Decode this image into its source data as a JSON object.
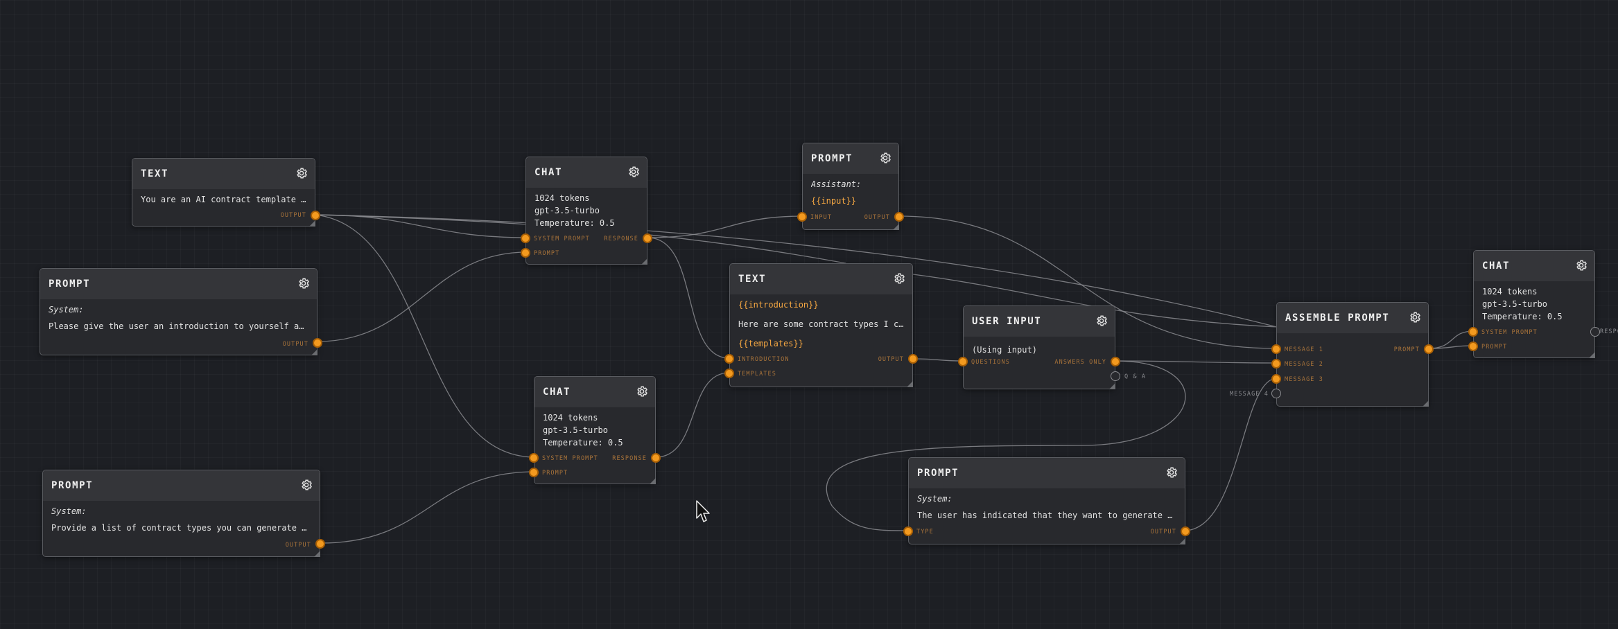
{
  "colors": {
    "background": "#1d1f24",
    "node": "#28292d",
    "header": "#343539",
    "port_active": "#f39a1f",
    "wire": "#8a8b8f",
    "label": "#a8733a"
  },
  "icons": {
    "node_settings": "gear-icon",
    "cursor": "mouse-pointer-icon"
  },
  "nodes": {
    "text_system": {
      "title": "TEXT",
      "lines": [
        "You are an AI contract template generator that can generate a variety of contract templates."
      ],
      "ports": {
        "output": "OUTPUT"
      }
    },
    "prompt_intro": {
      "title": "PROMPT",
      "role": "System:",
      "lines": [
        "Please give the user an introduction to yourself and ask them what they would like to generate."
      ],
      "ports": {
        "output": "OUTPUT"
      }
    },
    "prompt_list": {
      "title": "PROMPT",
      "role": "System:",
      "lines": [
        "Provide a list of contract types you can generate templates for."
      ],
      "ports": {
        "output": "OUTPUT"
      }
    },
    "chat_top": {
      "title": "CHAT",
      "lines": [
        "1024 tokens",
        "gpt-3.5-turbo",
        "Temperature: 0.5"
      ],
      "ports": {
        "system_prompt": "SYSTEM PROMPT",
        "prompt": "PROMPT",
        "response": "RESPONSE"
      }
    },
    "chat_mid": {
      "title": "CHAT",
      "lines": [
        "1024 tokens",
        "gpt-3.5-turbo",
        "Temperature: 0.5"
      ],
      "ports": {
        "system_prompt": "SYSTEM PROMPT",
        "prompt": "PROMPT",
        "response": "RESPONSE"
      }
    },
    "prompt_assistant": {
      "title": "PROMPT",
      "role": "Assistant:",
      "template": "{{input}}",
      "ports": {
        "input": "INPUT",
        "output": "OUTPUT"
      }
    },
    "text_template": {
      "title": "TEXT",
      "template1": "{{introduction}}",
      "line": "Here are some contract types I can generate templates for:",
      "template2": "{{templates}}",
      "ports": {
        "introduction": "INTRODUCTION",
        "templates": "TEMPLATES",
        "output": "OUTPUT"
      }
    },
    "user_input": {
      "title": "USER INPUT",
      "lines": [
        "(Using input)"
      ],
      "ports": {
        "questions": "QUESTIONS",
        "answers_only": "ANSWERS ONLY",
        "qa": "Q & A"
      }
    },
    "assemble": {
      "title": "ASSEMBLE PROMPT",
      "ports": {
        "message1": "MESSAGE 1",
        "message2": "MESSAGE 2",
        "message3": "MESSAGE 3",
        "message4": "MESSAGE 4",
        "prompt": "PROMPT"
      }
    },
    "chat_right": {
      "title": "CHAT",
      "lines": [
        "1024 tokens",
        "gpt-3.5-turbo",
        "Temperature: 0.5"
      ],
      "ports": {
        "system_prompt": "SYSTEM PROMPT",
        "prompt": "PROMPT",
        "response": "RESPONSE"
      }
    },
    "prompt_type": {
      "title": "PROMPT",
      "role": "System:",
      "lines": [
        "The user has indicated that they want to generate this contract template: {{type}}"
      ],
      "ports": {
        "type": "TYPE",
        "output": "OUTPUT"
      }
    }
  }
}
